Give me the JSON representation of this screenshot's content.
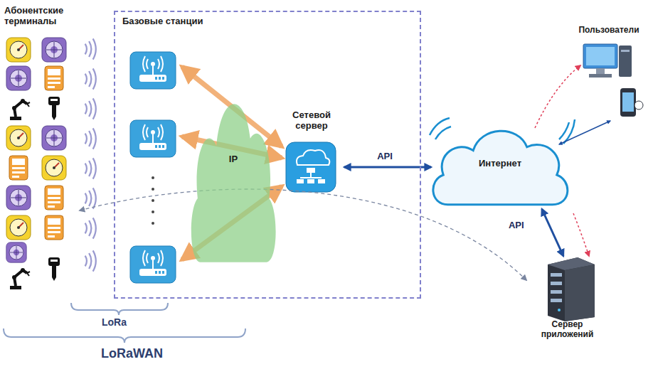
{
  "diagram": {
    "nodes": [
      {
        "text": [
          "Абонентские терминалы"
        ]
      },
      {
        "text": [
          "Базовые станции"
        ]
      },
      {
        "text": [
          "IP"
        ],
        "in": 1
      },
      {
        "text": [
          "Сетевой сервер"
        ],
        "in": 1
      },
      {
        "text": [
          "Интернет"
        ]
      },
      {
        "text": [
          "Пользователи"
        ]
      },
      {
        "text": [
          "Сервер приложений"
        ]
      }
    ],
    "edges": [
      {
        "from": 3,
        "to": 4,
        "label": "API",
        "arrow": "both"
      },
      {
        "from": 4,
        "to": 6,
        "label": "API",
        "arrow": "both"
      },
      {
        "from": 4,
        "to": 5,
        "arrow": "both"
      },
      {
        "from": 0,
        "to": 6,
        "arrow": "both"
      }
    ],
    "labels": [
      "LoRa",
      "LoRaWAN"
    ]
  }
}
